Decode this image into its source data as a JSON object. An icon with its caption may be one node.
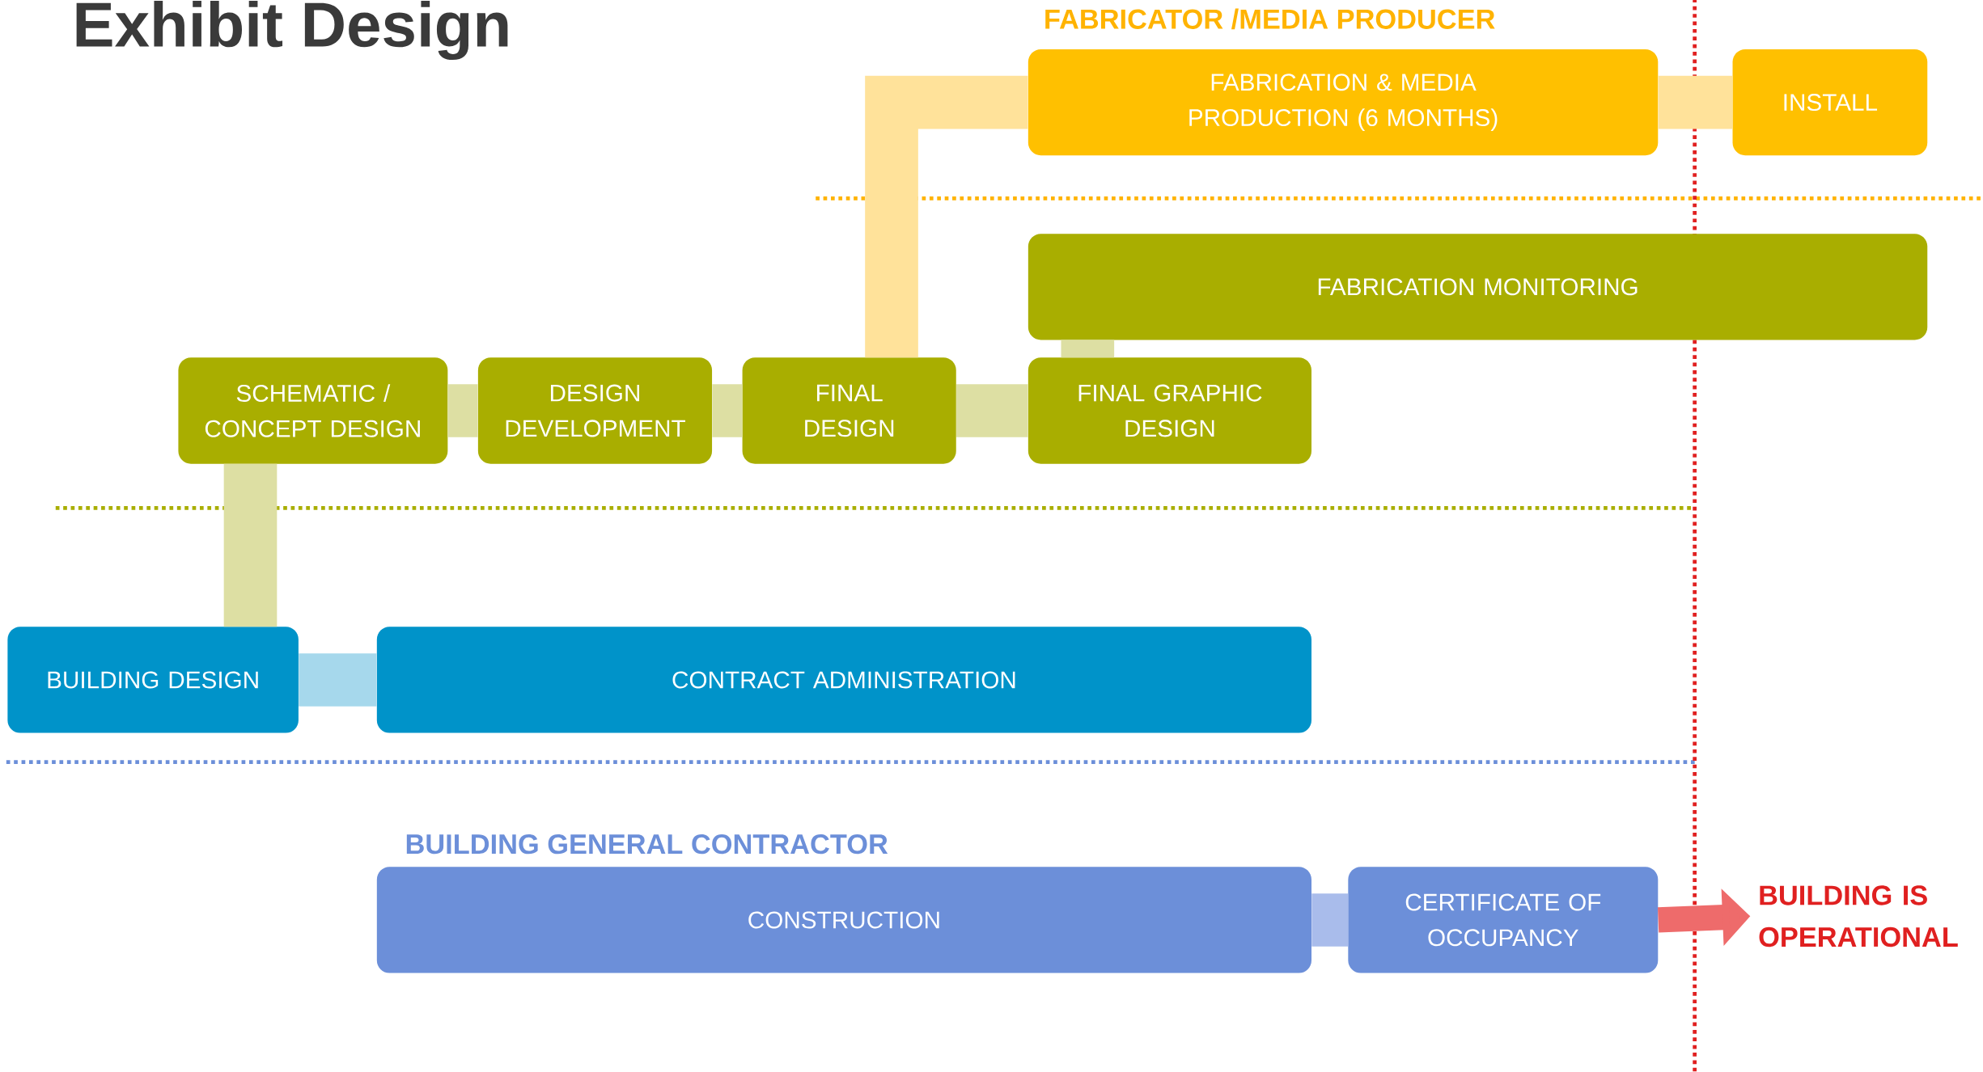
{
  "diagram": {
    "title": "Exhibit Design",
    "nodes": [
      {
        "text": [
          "FABRICATION & MEDIA PRODUCTION (6 MONTHS)"
        ]
      },
      {
        "text": [
          "INSTALL"
        ]
      },
      {
        "text": [
          "FABRICATION MONITORING"
        ]
      },
      {
        "text": [
          "SCHEMATIC / CONCEPT DESIGN"
        ]
      },
      {
        "text": [
          "DESIGN DEVELOPMENT"
        ]
      },
      {
        "text": [
          "FINAL DESIGN"
        ]
      },
      {
        "text": [
          "FINAL GRAPHIC DESIGN"
        ]
      },
      {
        "text": [
          "BUILDING DESIGN"
        ]
      },
      {
        "text": [
          "CONTRACT ADMINISTRATION"
        ]
      },
      {
        "text": [
          "CONSTRUCTION"
        ]
      },
      {
        "text": [
          "CERTIFICATE OF OCCUPANCY"
        ]
      },
      {
        "text": [
          "BUILDING IS OPERATIONAL"
        ]
      }
    ],
    "edges": [
      {
        "from": 0,
        "to": 1,
        "arrow": "none",
        "color": "#ffe29a"
      },
      {
        "from": 5,
        "to": 0,
        "arrow": "none",
        "color": "#ffe29a"
      },
      {
        "from": 3,
        "to": 4,
        "arrow": "none"
      },
      {
        "from": 4,
        "to": 5,
        "arrow": "none"
      },
      {
        "from": 5,
        "to": 6,
        "arrow": "none"
      },
      {
        "from": 6,
        "to": 2,
        "arrow": "none"
      },
      {
        "from": 3,
        "to": 7,
        "arrow": "none"
      },
      {
        "from": 7,
        "to": 8,
        "arrow": "none",
        "color": "#a6d8ec"
      },
      {
        "from": 9,
        "to": 10,
        "arrow": "none",
        "color": "#a9bceb"
      },
      {
        "from": 10,
        "to": 11,
        "arrow": "to",
        "color": "#ee6b6b"
      }
    ],
    "labels": [
      "FABRICATOR /MEDIA PRODUCER",
      "BUILDING GENERAL CONTRACTOR"
    ]
  }
}
